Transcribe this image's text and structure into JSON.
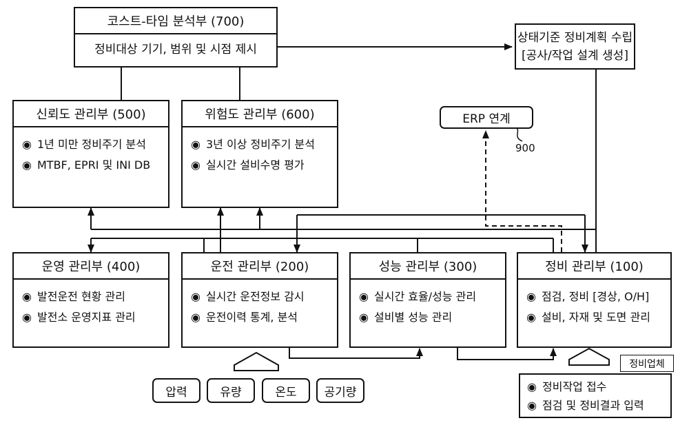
{
  "cost_time": {
    "title": "코스트-타임 분석부 (700)",
    "subtitle": "정비대상 기기, 범위 및 시점 제시"
  },
  "cbm_plan": {
    "line1": "상태기준 정비계획 수립",
    "line2": "[공사/작업 설계 생성]"
  },
  "erp": {
    "label": "ERP 연계",
    "ref": "900"
  },
  "reliability": {
    "title": "신뢰도 관리부 (500)",
    "items": [
      "1년 미만 정비주기 분석",
      "MTBF, EPRI 및 INI DB"
    ]
  },
  "risk": {
    "title": "위험도 관리부 (600)",
    "items": [
      "3년 이상 정비주기 분석",
      "실시간 설비수명 평가"
    ]
  },
  "operation": {
    "title": "운영 관리부 (400)",
    "items": [
      "발전운전 현황 관리",
      "발전소 운영지표 관리"
    ]
  },
  "driving": {
    "title": "운전 관리부 (200)",
    "items": [
      "실시간 운전정보 감시",
      "운전이력 통계, 분석"
    ]
  },
  "performance": {
    "title": "성능 관리부 (300)",
    "items": [
      "실시간 효율/성능 관리",
      "설비별 성능 관리"
    ]
  },
  "maintenance": {
    "title": "정비 관리부 (100)",
    "items": [
      "점검, 정비 [경상, O/H]",
      "설비, 자재 및 도면 관리"
    ]
  },
  "contractor": {
    "tag": "정비업체",
    "items": [
      "정비작업 접수",
      "점검 및 정비결과 입력"
    ]
  },
  "inputs": [
    "압력",
    "유량",
    "온도",
    "공기량"
  ],
  "bullet": "◉"
}
